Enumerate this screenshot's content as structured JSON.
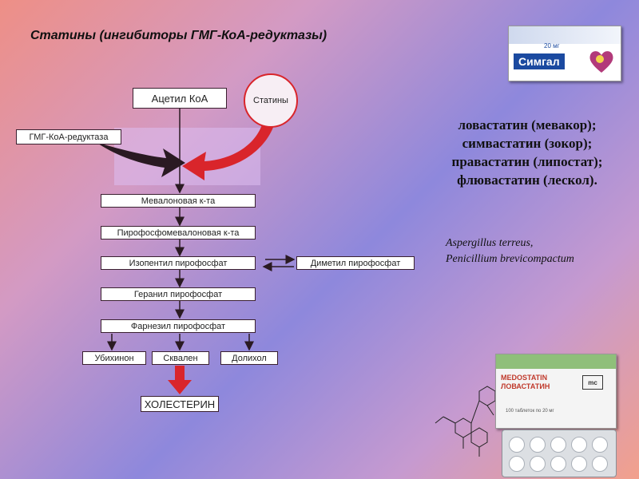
{
  "title": "Статины (ингибиторы ГМГ-КоА-редуктазы)",
  "pathway": {
    "acetyl": "Ацетил КоА",
    "statins": "Статины",
    "hmg_reductase": "ГМГ-КоА-редуктаза",
    "mevalonic": "Мевалоновая к-та",
    "pyrophosphomevalonic": "Пирофосфомевалоновая к-та",
    "isopentenyl": "Изопентил пирофосфат",
    "dimethyl": "Диметил пирофосфат",
    "geranyl": "Геранил пирофосфат",
    "farnesyl": "Фарнезил пирофосфат",
    "ubiquinone": "Убихинон",
    "squalene": "Сквален",
    "dolichol": "Долихол",
    "cholesterol": "ХОЛЕСТЕРИН"
  },
  "drugs": [
    "ловастатин (мевакор);",
    "симвастатин (зокор);",
    "правастатин (липостат);",
    "флювастатин (лескол)."
  ],
  "species": [
    "Aspergillus terreus,",
    "Penicillium brevicompactum"
  ],
  "products": {
    "simgal": {
      "name": "Симгал",
      "dose": "20 мг"
    },
    "medostatin": {
      "name": "MEDOSTATIN",
      "subname": "ЛОВАСТАТИН",
      "mark": "mc",
      "pack_text": "100 таблеток по 20 мг"
    }
  },
  "colors": {
    "accent_red": "#d9252b",
    "arrow_dark": "#2a1a22"
  }
}
